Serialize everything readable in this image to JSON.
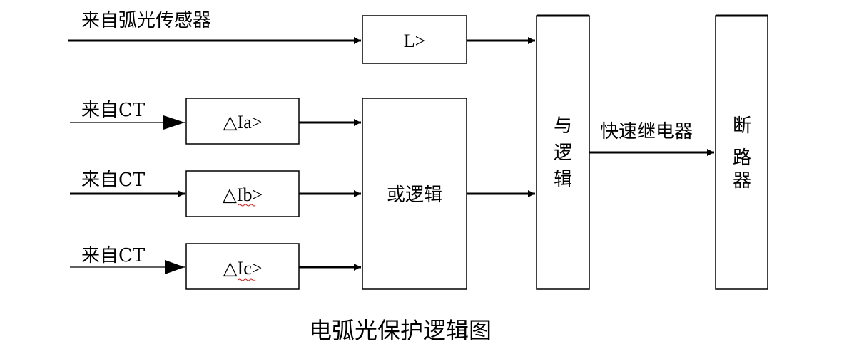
{
  "inputs": {
    "arc_sensor": "来自弧光传感器",
    "ct_a": "来自CT",
    "ct_b": "来自CT",
    "ct_c": "来自CT"
  },
  "blocks": {
    "light": "L>",
    "delta_ia": "△Ia>",
    "delta_ib": "△Ib>",
    "delta_ic": "△Ic>",
    "or_logic": "或逻辑",
    "and_logic": [
      "与",
      "逻",
      "辑"
    ],
    "breaker": [
      "断",
      "路",
      "器"
    ]
  },
  "signals": {
    "fast_relay": "快速继电器"
  },
  "caption": "电弧光保护逻辑图"
}
